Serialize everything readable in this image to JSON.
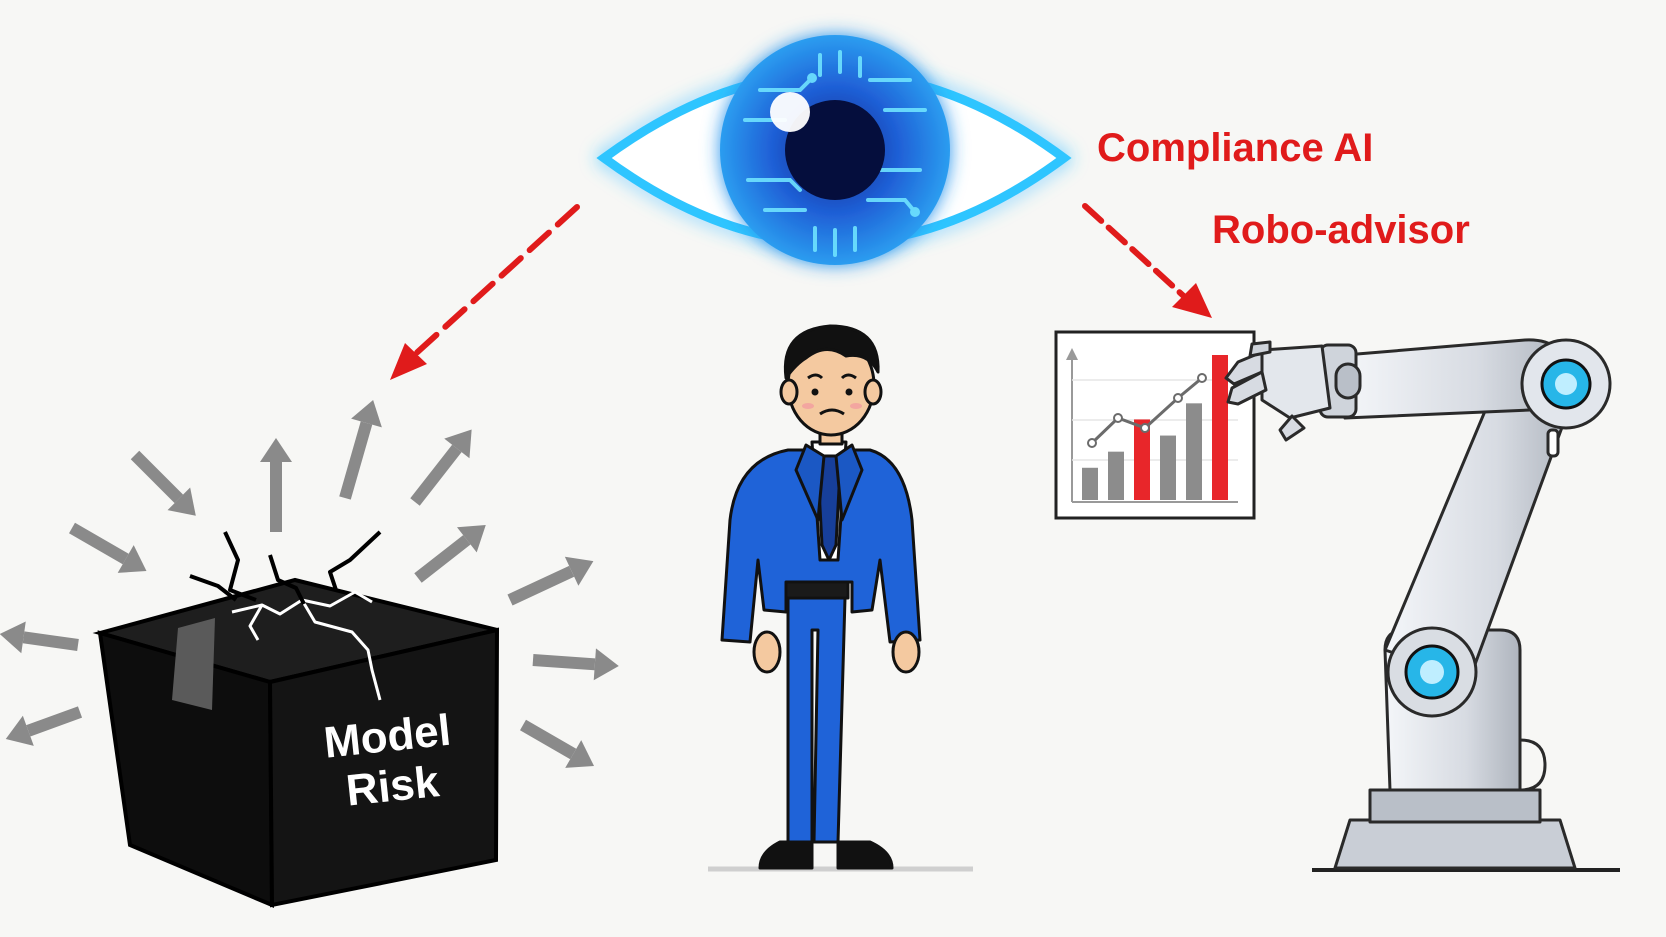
{
  "labels": {
    "compliance_ai": "Compliance AI",
    "robo_advisor": "Robo-advisor",
    "model_risk_line1": "Model",
    "model_risk_line2": "Risk"
  },
  "colors": {
    "background": "#f7f7f5",
    "accent_red": "#e01b1b",
    "eye_glow": "#2ec5ff",
    "iris_blue": "#1f5fd6",
    "suit_blue": "#1f63d8",
    "box_black": "#121212",
    "arrow_gray": "#8a8a8a",
    "robot_silver": "#d9dde3",
    "joint_cyan": "#27b6e8",
    "bar_red": "#e8262a",
    "bar_gray": "#8c8c8c"
  },
  "icons": [
    "eye-icon",
    "box-icon",
    "person-icon",
    "robot-arm-icon",
    "chart-board-icon"
  ],
  "chart_board": {
    "bars": [
      {
        "value": 2,
        "color": "gray"
      },
      {
        "value": 3,
        "color": "gray"
      },
      {
        "value": 5,
        "color": "red"
      },
      {
        "value": 4,
        "color": "gray"
      },
      {
        "value": 6,
        "color": "gray"
      },
      {
        "value": 9,
        "color": "red"
      }
    ]
  }
}
